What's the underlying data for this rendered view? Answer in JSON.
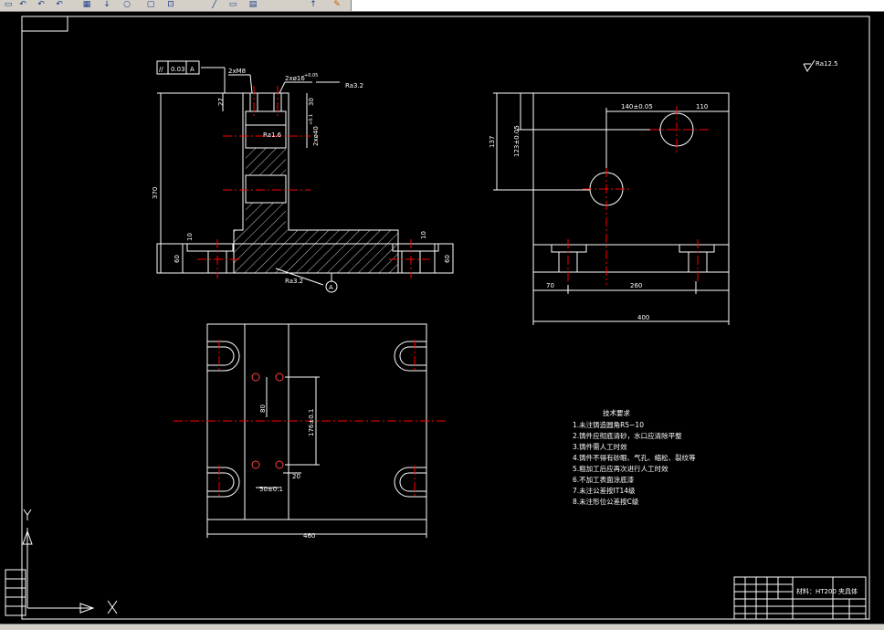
{
  "toolbar": {
    "icons": [
      "open-icon",
      "undo-icon",
      "undo-icon",
      "undo-icon",
      "grid-icon",
      "pan-icon",
      "orbit-icon",
      "zoom-window-icon",
      "zoom-icon",
      "line-icon",
      "rectangle-icon",
      "properties-icon",
      "cursor-icon",
      "paint-icon"
    ]
  },
  "drawing": {
    "colors": {
      "background": "#000000",
      "line": "#ffffff",
      "center": "#ff0000",
      "text": "#ffffff"
    },
    "front_view": {
      "tolerance_symbol": "//",
      "tolerance_value": "0.03",
      "datum": "A",
      "thread_label": "2xM8",
      "hole_label": "2xø16",
      "hole_tol": "+0.05",
      "rough_top": "Ra3.2",
      "rough_bore": "Ra1.6",
      "rough_bottom": "Ra3.2",
      "dim_depth": "27",
      "dim_top": "30",
      "dim_bore": "2xø40",
      "dim_bore_tol": "+0.1",
      "dim_height": "370",
      "dim_left_10": "10",
      "dim_left_60": "60",
      "dim_right_10": "10",
      "dim_right_60": "60",
      "datum_circle": "A"
    },
    "side_view": {
      "dim_140": "140±0.05",
      "dim_110": "110",
      "dim_137": "137",
      "dim_123": "123±0.05",
      "dim_70": "70",
      "dim_260": "260",
      "dim_400": "400"
    },
    "top_view": {
      "dim_80": "80",
      "dim_176": "176±0.1",
      "dim_20": "20",
      "dim_50": "50±0.1",
      "dim_460": "460"
    },
    "roughness_global": "Ra12.5",
    "tech_req": {
      "title": "技术要求",
      "items": [
        "1.未注铸造圆角R5−10",
        "2.铸件应彻底清砂，水口应清除平整",
        "3.铸件需人工时效",
        "4.铸件不得有砂眼、气孔、缩松、裂纹等",
        "5.粗加工后应再次进行人工时效",
        "6.不加工表面涂底漆",
        "7.未注公差按IT14级",
        "8.未注形位公差按C级"
      ]
    },
    "title_block": {
      "material": "材料：HT200",
      "part_name": "夹具体"
    },
    "ucs": {
      "x_label": "X",
      "y_label": "Y"
    }
  }
}
